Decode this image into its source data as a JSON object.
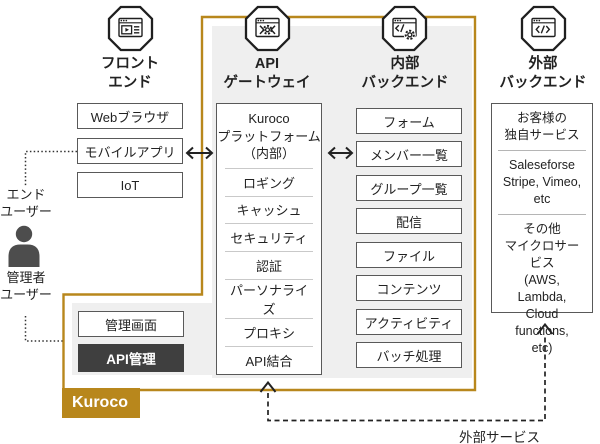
{
  "colors": {
    "accent": "#b8871c",
    "panel_gray": "#efefef",
    "dark_box": "#3f3f3f",
    "person_icon": "#4d4d4d"
  },
  "diagram": {
    "product_label": "Kuroco",
    "frontend": {
      "title": "フロント\nエンド",
      "items": [
        "Webブラウザ",
        "モバイルアプリ",
        "IoT"
      ]
    },
    "api_gateway": {
      "title": "API\nゲートウェイ",
      "platform": "Kuroco\nプラットフォーム\n（内部）",
      "features": [
        "ロギング",
        "キャッシュ",
        "セキュリティ",
        "認証",
        "パーソナライズ",
        "プロキシ",
        "API結合"
      ]
    },
    "internal_backend": {
      "title": "内部\nバックエンド",
      "items": [
        "フォーム",
        "メンバー一覧",
        "グループ一覧",
        "配信",
        "ファイル",
        "コンテンツ",
        "アクティビティ",
        "バッチ処理"
      ]
    },
    "external_backend": {
      "title": "外部\nバックエンド",
      "sections": [
        "お客様の\n独自サービス",
        "Saleseforse\nStripe, Vimeo,\netc",
        "その他\nマイクロサービス\n(AWS, Lambda,\nCloud functions,\netc)"
      ]
    },
    "admin": {
      "items": [
        "管理画面",
        "API管理"
      ]
    },
    "actors": {
      "end_user": "エンド\nユーザー",
      "admin_user": "管理者\nユーザー"
    },
    "external_services_label": "外部サービス"
  }
}
